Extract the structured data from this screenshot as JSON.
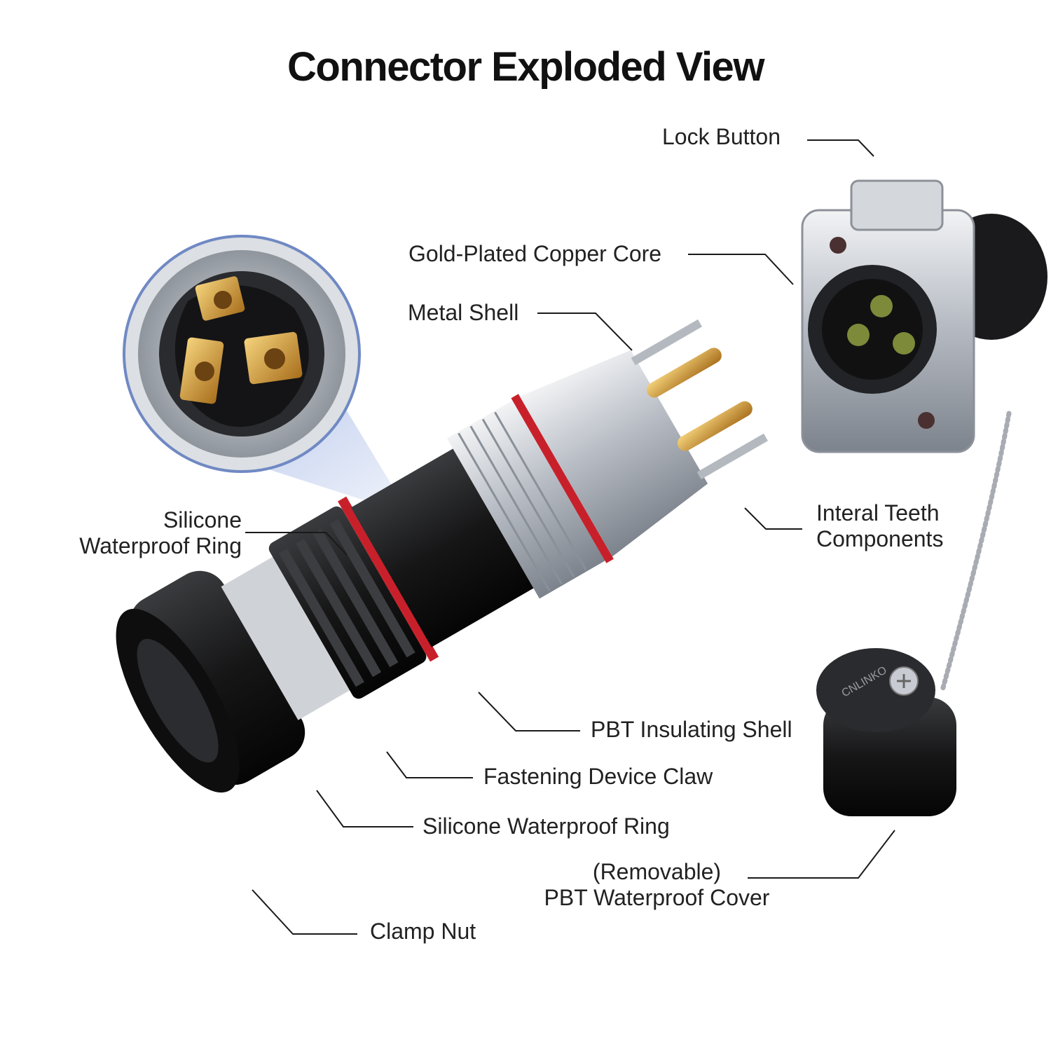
{
  "title": "Connector Exploded View",
  "labels": {
    "lock_button": "Lock Button",
    "gold_core": "Gold-Plated Copper Core",
    "metal_shell": "Metal Shell",
    "silicone_ring_upper": [
      "Silicone",
      "Waterproof Ring"
    ],
    "internal_teeth": [
      "Interal Teeth",
      "Components"
    ],
    "pbt_insulating_shell": "PBT Insulating Shell",
    "fastening_claw": "Fastening Device Claw",
    "silicone_ring_lower": "Silicone Waterproof Ring",
    "waterproof_cover": [
      "(Removable)",
      "PBT Waterproof Cover"
    ],
    "clamp_nut": "Clamp Nut"
  },
  "brand_mark": "CNLINKO",
  "colors": {
    "metal": "#c8ccd2",
    "black_part": "#1b1b1d",
    "red_ring": "#c8202a",
    "gold": "#d8a23c",
    "leader_line": "#1a1a1a",
    "magnifier_border": "#7089c4"
  }
}
